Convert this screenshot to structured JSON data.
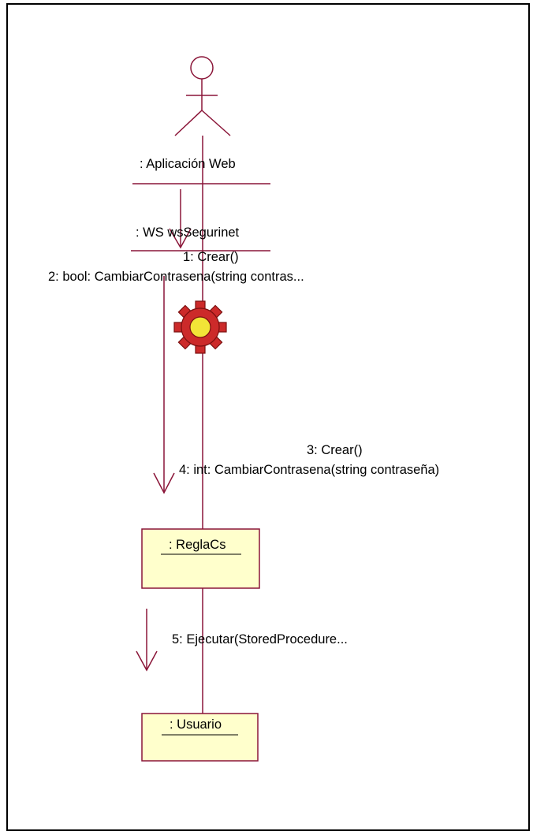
{
  "diagram": {
    "colors": {
      "line": "#8a1538",
      "box_fill": "#ffffcc",
      "gear_fill": "#cc2a2a",
      "gear_inner": "#f2e437"
    },
    "actor": {
      "label": ": Aplicación Web",
      "icon": "actor-icon"
    },
    "service": {
      "label": ": WS wsSegurinet",
      "icon": "gear-icon"
    },
    "objects": [
      {
        "label": ": ReglaCs"
      },
      {
        "label": ": Usuario"
      }
    ],
    "messages": [
      {
        "text": "1: Crear()"
      },
      {
        "text": "2: bool: CambiarContrasena(string contras..."
      },
      {
        "text": "3: Crear()"
      },
      {
        "text": "4: int: CambiarContrasena(string contraseña)"
      },
      {
        "text": "5: Ejecutar(StoredProcedure..."
      }
    ]
  }
}
